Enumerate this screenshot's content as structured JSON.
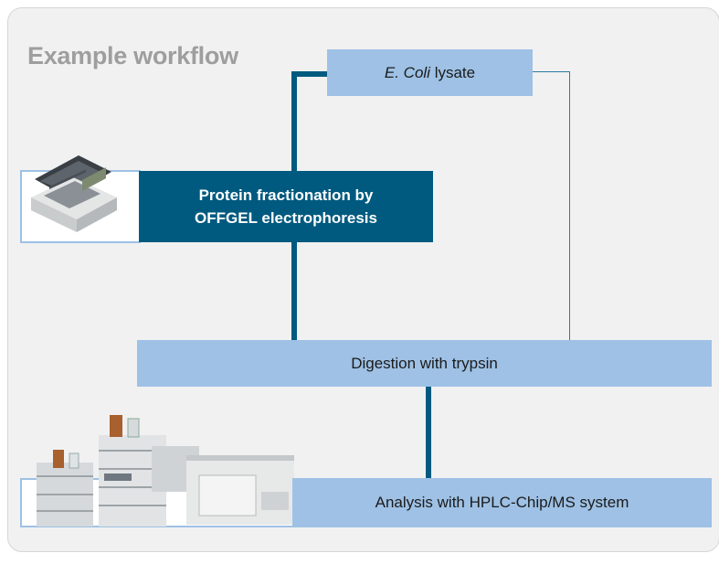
{
  "title": "Example workflow",
  "steps": {
    "lysate": {
      "italic": "E. Coli",
      "rest": " lysate"
    },
    "fractionation": {
      "line1": "Protein fractionation by",
      "line2": "OFFGEL electrophoresis"
    },
    "digestion": "Digestion with trypsin",
    "analysis": "Analysis with HPLC-Chip/MS system"
  },
  "icons": {
    "offgel": "offgel-fractionator-instrument-icon",
    "hplc": "hplc-chip-ms-system-icon"
  },
  "colors": {
    "panel_bg": "#f1f1f1",
    "light_box": "#9ec1e5",
    "dark_box": "#005a7f",
    "title": "#9e9e9e"
  }
}
